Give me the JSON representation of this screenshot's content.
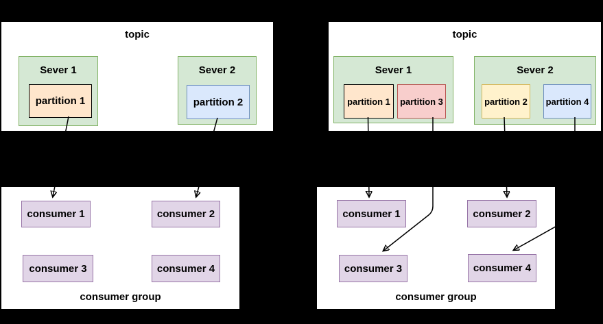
{
  "left_diagram": {
    "topic_label": "topic",
    "servers": [
      {
        "label": "Sever 1",
        "partitions": [
          {
            "label": "partition 1",
            "fill": "#ffe6cc",
            "stroke": "#000000"
          }
        ]
      },
      {
        "label": "Sever 2",
        "partitions": [
          {
            "label": "partition 2",
            "fill": "#dae8fc",
            "stroke": "#6c8ebf"
          }
        ]
      }
    ],
    "consumers": [
      {
        "label": "consumer 1"
      },
      {
        "label": "consumer 2"
      },
      {
        "label": "consumer 3"
      },
      {
        "label": "consumer 4"
      }
    ],
    "group_label": "consumer group",
    "connections": [
      {
        "from": "partition 1",
        "to": "consumer 1"
      },
      {
        "from": "partition 2",
        "to": "consumer 2"
      }
    ]
  },
  "right_diagram": {
    "topic_label": "topic",
    "servers": [
      {
        "label": "Sever 1",
        "partitions": [
          {
            "label": "partition 1",
            "fill": "#ffe6cc",
            "stroke": "#000000"
          },
          {
            "label": "partition 3",
            "fill": "#f8cecc",
            "stroke": "#b85450"
          }
        ]
      },
      {
        "label": "Sever 2",
        "partitions": [
          {
            "label": "partition 2",
            "fill": "#fff2cc",
            "stroke": "#d6b656"
          },
          {
            "label": "partition 4",
            "fill": "#dae8fc",
            "stroke": "#6c8ebf"
          }
        ]
      }
    ],
    "consumers": [
      {
        "label": "consumer 1"
      },
      {
        "label": "consumer 2"
      },
      {
        "label": "consumer 3"
      },
      {
        "label": "consumer 4"
      }
    ],
    "group_label": "consumer group",
    "connections": [
      {
        "from": "partition 1",
        "to": "consumer 1"
      },
      {
        "from": "partition 3",
        "to": "consumer 3"
      },
      {
        "from": "partition 2",
        "to": "consumer 2"
      },
      {
        "from": "partition 4",
        "to": "consumer 4"
      }
    ]
  },
  "colors": {
    "background": "#000000",
    "panel_fill": "#ffffff",
    "server_fill": "#d5e8d4",
    "server_stroke": "#82b366",
    "consumer_fill": "#e1d5e7",
    "consumer_stroke": "#9673a6",
    "connector": "#000000"
  }
}
